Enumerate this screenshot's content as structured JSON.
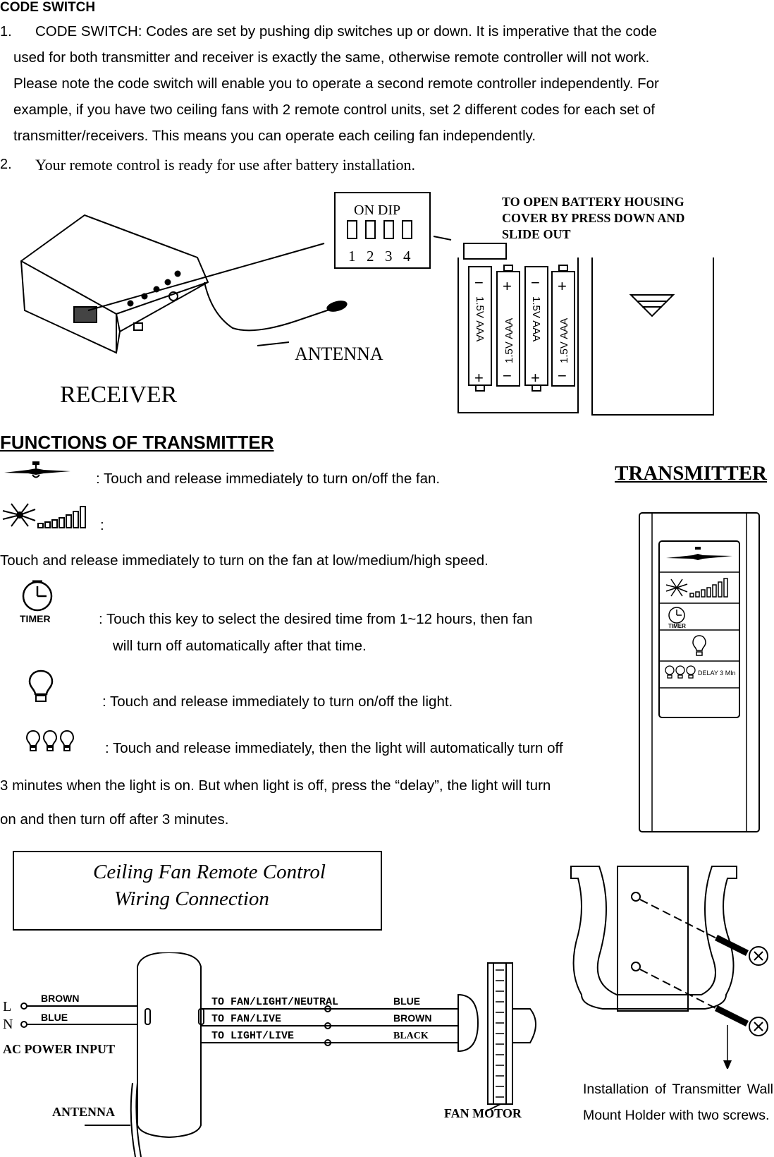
{
  "code_switch": {
    "heading": "CODE SWITCH",
    "item1_num": "1.",
    "item1_lines": [
      "CODE SWITCH: Codes are set by pushing dip switches up or down. It is imperative that the code",
      "used for both transmitter and receiver is exactly the same, otherwise remote controller will not work.",
      "Please note the code switch will enable you to operate a second remote controller independently. For",
      "example, if you have two ceiling fans with 2 remote control units, set 2 different codes for each set of",
      "transmitter/receivers. This means you can operate each ceiling fan independently."
    ],
    "item2_num": "2.",
    "item2_text": "Your remote control is ready for use after battery installation."
  },
  "receiver_figure": {
    "on_dip": "ON DIP",
    "dip_numbers": [
      "1",
      "2",
      "3",
      "4"
    ],
    "battery_note": [
      "TO OPEN BATTERY HOUSING",
      "COVER BY PRESS DOWN AND",
      "SLIDE OUT"
    ],
    "antenna": "ANTENNA",
    "receiver": "RECEIVER",
    "battery_labels": [
      "1.5V  AAA",
      "1.5V  AAA",
      "1.5V  AAA",
      "1.5V  AAA"
    ]
  },
  "functions": {
    "heading": "FUNCTIONS OF TRANSMITTER",
    "transmitter_label": "TRANSMITTER",
    "fan_onoff": ": Touch and release immediately to turn on/off the fan.",
    "speed_colon": ":",
    "speed_text": "Touch and release immediately to turn on the fan at low/medium/high speed.",
    "timer_icon_label": "TIMER",
    "timer_line1": ": Touch this key to select the desired time from 1~12 hours, then fan",
    "timer_line2": "will turn off automatically after that time.",
    "light_text": ": Touch and release immediately to turn on/off the light.",
    "delay_line1": ": Touch and release immediately, then the light will automatically turn off",
    "delay_line2": "3 minutes when the light is on. But when light is off, press the “delay”, the light will turn",
    "delay_line3": "on and then turn off after 3 minutes.",
    "remote_delay_label": "DELAY 3 MIn",
    "remote_timer_label": "TIMER"
  },
  "wiring": {
    "title_line1": "Ceiling Fan Remote Control",
    "title_line2": "Wiring Connection",
    "L": "L",
    "N": "N",
    "brown": "BROWN",
    "blue": "BLUE",
    "ac_power": "AC POWER INPUT",
    "antenna": "ANTENNA",
    "out1": "TO FAN/LIGHT/NEUTRAL",
    "out2": "TO FAN/LIVE",
    "out3": "TO LIGHT/LIVE",
    "col1": "BLUE",
    "col2": "BROWN",
    "col3": "BLACK",
    "fan_motor": "FAN MOTOR"
  },
  "install_note": "Installation of Transmitter Wall Mount Holder with two screws."
}
